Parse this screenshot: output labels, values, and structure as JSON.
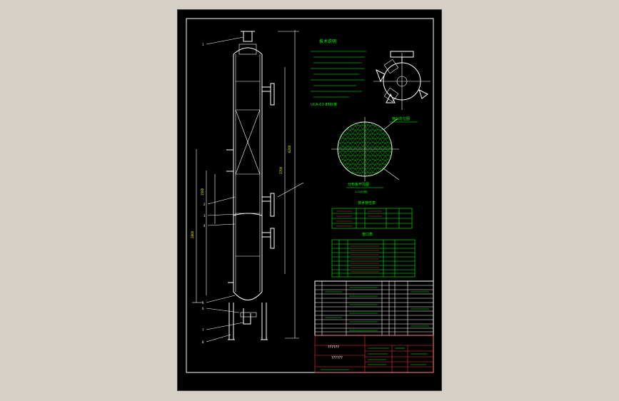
{
  "colors": {
    "background": "#d4d0c8",
    "sheet": "#000000",
    "frame": "#ffffff",
    "green": "#00ff00",
    "red": "#ff3030",
    "yellow": "#ffff00"
  },
  "texts": {
    "tech_title": "技术说明",
    "tech_note_end": "UCA-01-85标准",
    "nozzle_view": "管口方位图",
    "plate_title": "分布板开孔图",
    "plate_scale": "1:10(比例)",
    "design_title": "技术特性表",
    "nozzle_table_title": "管口表",
    "title_block_name": "??????",
    "title_block_drawing": "??????"
  },
  "labels": {
    "callout_1": "1",
    "callout_2": "2",
    "callout_3": "3",
    "callout_4": "4",
    "callout_5": "5",
    "callout_6": "6",
    "callout_7": "7",
    "callout_8": "8",
    "dim_total": "6200",
    "dim_mid": "3700",
    "dim_lower": "2800",
    "dim_upper": "1500"
  }
}
